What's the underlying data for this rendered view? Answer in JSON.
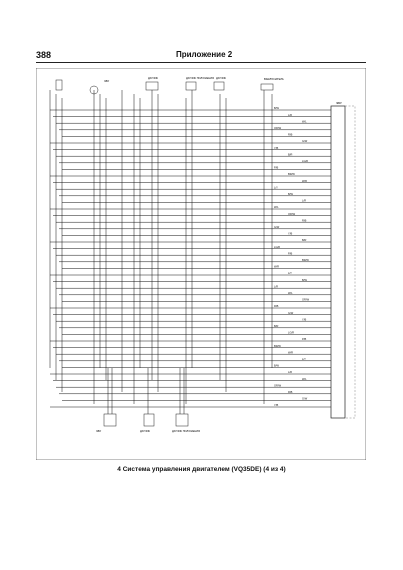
{
  "header": {
    "page_number": "388",
    "chapter_title": "Приложение 2"
  },
  "caption": "4 Система управления двигателем (VQ35DE) (4 из 4)",
  "diagram": {
    "top_labels": [
      "ЭБУ",
      "ДАТЧИК",
      "ДАТЧИК ПОЛОЖЕНИЯ",
      "ДАТЧИК",
      "ВЫКЛЮЧАТЕЛЬ"
    ],
    "bottom_labels": [
      "ЭБУ",
      "ДАТЧИК",
      "ДАТЧИК ПОЛОЖЕНИЯ"
    ],
    "ecm_label": "ЭБУ",
    "wire_colors": [
      "B/W",
      "L/R",
      "W/L",
      "OR/W",
      "R/B",
      "G/W",
      "Y/B",
      "B/R",
      "LG/R",
      "P/B",
      "BR/W",
      "W/R",
      "L/Y"
    ]
  }
}
